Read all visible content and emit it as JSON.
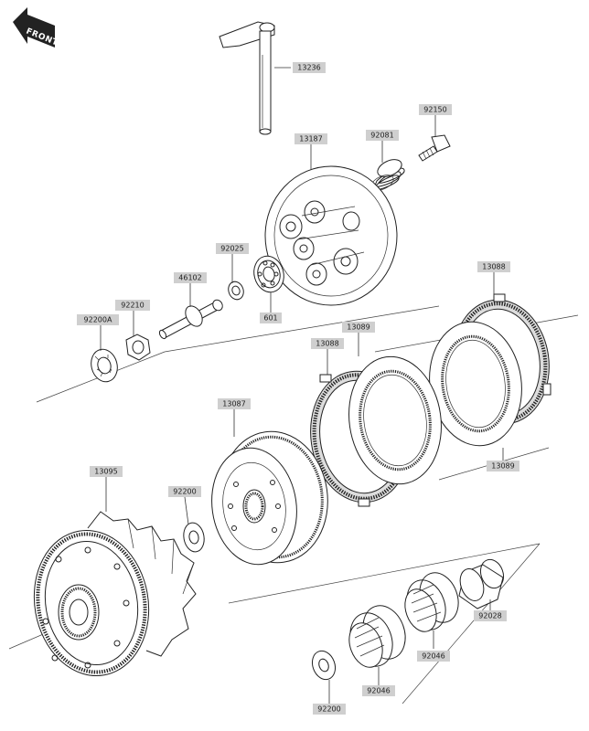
{
  "orientation": {
    "front_label": "FRONT",
    "icon": "front-arrow-icon"
  },
  "parts": [
    {
      "id": "13236"
    },
    {
      "id": "92150"
    },
    {
      "id": "13187"
    },
    {
      "id": "92081"
    },
    {
      "id": "92025"
    },
    {
      "id": "46102"
    },
    {
      "id": "92210"
    },
    {
      "id": "92200A"
    },
    {
      "id": "601"
    },
    {
      "id": "13088"
    },
    {
      "id": "13089"
    },
    {
      "id": "13088"
    },
    {
      "id": "13089"
    },
    {
      "id": "13087"
    },
    {
      "id": "13095"
    },
    {
      "id": "92200"
    },
    {
      "id": "92028"
    },
    {
      "id": "92046"
    },
    {
      "id": "92046"
    },
    {
      "id": "92200"
    }
  ]
}
